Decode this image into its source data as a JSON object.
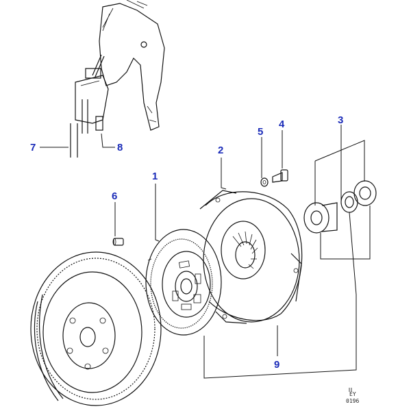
{
  "callouts": [
    {
      "id": "1",
      "text": "1"
    },
    {
      "id": "2",
      "text": "2"
    },
    {
      "id": "3",
      "text": "3"
    },
    {
      "id": "4",
      "text": "4"
    },
    {
      "id": "5",
      "text": "5"
    },
    {
      "id": "6",
      "text": "6"
    },
    {
      "id": "7",
      "text": "7"
    },
    {
      "id": "8",
      "text": "8"
    },
    {
      "id": "9",
      "text": "9"
    }
  ],
  "drawing_code": {
    "line1": "EY",
    "line2": "0196"
  },
  "colors": {
    "callout": "#1a2bb8",
    "linework": "#111111"
  }
}
